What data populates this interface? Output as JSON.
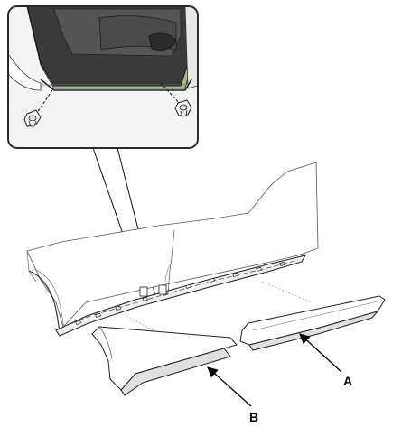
{
  "diagram": {
    "callouts": [
      {
        "id": "A",
        "label": "A"
      },
      {
        "id": "B",
        "label": "B"
      }
    ],
    "colors": {
      "inset_background": "#9fc07f",
      "inset_border": "#2a2a2a",
      "line": "#1a1a1a",
      "part_fill": "#ffffff",
      "shade": "#d9d9d9"
    },
    "icons": [
      "bolt-icon",
      "bolt-icon",
      "arrow-icon",
      "arrow-icon"
    ]
  }
}
